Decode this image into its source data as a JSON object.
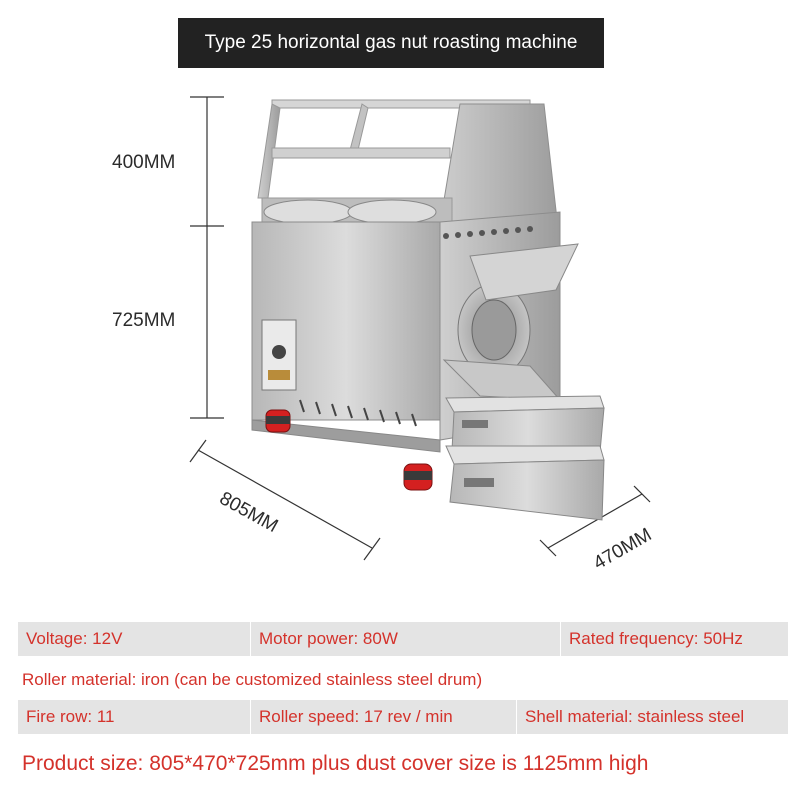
{
  "title": "Type 25 horizontal gas nut roasting machine",
  "dimensions": {
    "cover_height": "400MM",
    "body_height": "725MM",
    "length": "805MM",
    "width": "470MM"
  },
  "specs": {
    "row1": [
      "Voltage: 12V",
      "Motor power: 80W",
      "Rated frequency: 50Hz"
    ],
    "row2": "Roller material:  iron (can be customized stainless steel drum)",
    "row3": [
      "Fire row: 11",
      "Roller speed: 17 rev / min",
      "Shell material: stainless steel"
    ],
    "row4": "Product size: 805*470*725mm plus dust cover size is 1125mm high"
  },
  "colors": {
    "spec_text": "#d4322b",
    "title_bg": "#222222",
    "steel": "#c9c9c9",
    "wheel": "#d42020"
  }
}
